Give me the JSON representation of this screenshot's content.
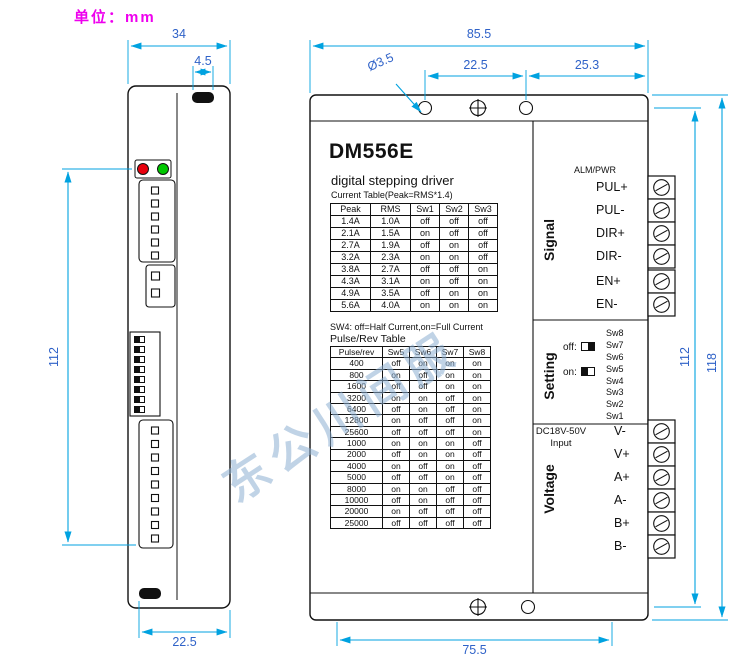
{
  "unit_label": "单位：mm",
  "watermark": "东公川间服",
  "dimensions": {
    "side_width": "34",
    "side_notch": "4.5",
    "side_height": "112",
    "side_bottom": "22.5",
    "front_width": "85.5",
    "hole_left_span": "22.5",
    "hole_right_span": "25.3",
    "hole_dia": "Ø3.5",
    "front_hole_height": "112",
    "front_height": "118",
    "front_bottom": "75.5"
  },
  "panel": {
    "title": "DM556E",
    "subtitle": "digital stepping driver",
    "current_table_caption": "Current Table(Peak=RMS*1.4)",
    "current_table": {
      "headers": [
        "Peak",
        "RMS",
        "Sw1",
        "Sw2",
        "Sw3"
      ],
      "rows": [
        [
          "1.4A",
          "1.0A",
          "off",
          "off",
          "off"
        ],
        [
          "2.1A",
          "1.5A",
          "on",
          "off",
          "off"
        ],
        [
          "2.7A",
          "1.9A",
          "off",
          "on",
          "off"
        ],
        [
          "3.2A",
          "2.3A",
          "on",
          "on",
          "off"
        ],
        [
          "3.8A",
          "2.7A",
          "off",
          "off",
          "on"
        ],
        [
          "4.3A",
          "3.1A",
          "on",
          "off",
          "on"
        ],
        [
          "4.9A",
          "3.5A",
          "off",
          "on",
          "on"
        ],
        [
          "5.6A",
          "4.0A",
          "on",
          "on",
          "on"
        ]
      ]
    },
    "sw4_note": "SW4: off=Half Current,on=Full Current",
    "pulse_table_caption": "Pulse/Rev Table",
    "pulse_table": {
      "headers": [
        "Pulse/rev",
        "Sw5",
        "Sw6",
        "Sw7",
        "Sw8"
      ],
      "rows": [
        [
          "400",
          "off",
          "on",
          "on",
          "on"
        ],
        [
          "800",
          "on",
          "off",
          "on",
          "on"
        ],
        [
          "1600",
          "off",
          "off",
          "on",
          "on"
        ],
        [
          "3200",
          "on",
          "on",
          "off",
          "on"
        ],
        [
          "6400",
          "off",
          "on",
          "off",
          "on"
        ],
        [
          "12800",
          "on",
          "off",
          "off",
          "on"
        ],
        [
          "25600",
          "off",
          "off",
          "off",
          "on"
        ],
        [
          "1000",
          "on",
          "on",
          "on",
          "off"
        ],
        [
          "2000",
          "off",
          "on",
          "on",
          "off"
        ],
        [
          "4000",
          "on",
          "off",
          "on",
          "off"
        ],
        [
          "5000",
          "off",
          "off",
          "on",
          "off"
        ],
        [
          "8000",
          "on",
          "on",
          "off",
          "off"
        ],
        [
          "10000",
          "off",
          "on",
          "off",
          "off"
        ],
        [
          "20000",
          "on",
          "off",
          "off",
          "off"
        ],
        [
          "25000",
          "off",
          "off",
          "off",
          "off"
        ]
      ]
    },
    "alm_pwr": "ALM/PWR",
    "signal_label": "Signal",
    "signal_pins": [
      "PUL+",
      "PUL-",
      "DIR+",
      "DIR-",
      "EN+",
      "EN-"
    ],
    "setting_label": "Setting",
    "switch_states": [
      "off:",
      "on:"
    ],
    "switch_names": [
      "Sw8",
      "Sw7",
      "Sw6",
      "Sw5",
      "Sw4",
      "Sw3",
      "Sw2",
      "Sw1"
    ],
    "power_label_1": "DC18V-50V",
    "power_label_2": "Input",
    "voltage_label": "Voltage",
    "voltage_pins": [
      "V-",
      "V+",
      "A+",
      "A-",
      "B+",
      "B-"
    ]
  },
  "colors": {
    "dimension_line": "#00a2e0",
    "dimension_text": "#2f62c8",
    "unit_magenta": "#ee00ee",
    "led_red": "#e8000d",
    "led_green": "#00c800",
    "watermark_blue": "#8cafd2"
  }
}
